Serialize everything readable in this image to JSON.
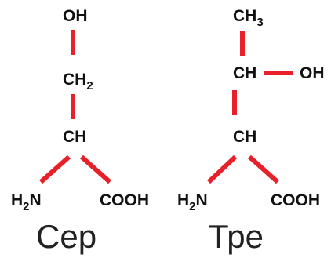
{
  "colors": {
    "bond": "#e8202a",
    "text": "#111111",
    "background": "#ffffff"
  },
  "molecules": [
    {
      "name": "Сер",
      "atoms": {
        "oh": "OH",
        "ch2": {
          "base": "CH",
          "sub": "2"
        },
        "ch": "CH",
        "h2n": {
          "pre": "H",
          "sub": "2",
          "post": "N"
        },
        "cooh": "COOH"
      }
    },
    {
      "name": "Тре",
      "atoms": {
        "ch3": {
          "base": "CH",
          "sub": "3"
        },
        "ch_top": "CH",
        "oh": "OH",
        "ch": "CH",
        "h2n": {
          "pre": "H",
          "sub": "2",
          "post": "N"
        },
        "cooh": "COOH"
      }
    }
  ]
}
